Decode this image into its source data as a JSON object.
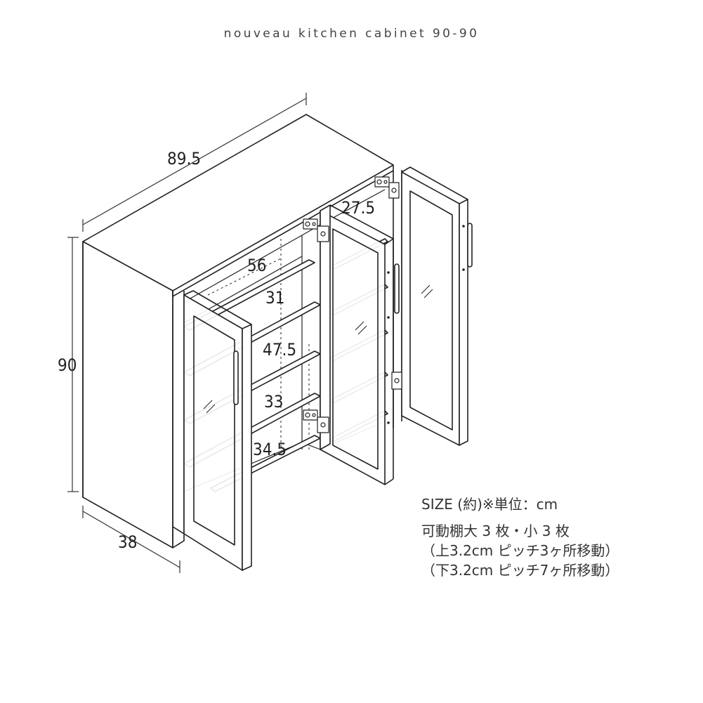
{
  "title": "nouveau kitchen cabinet 90-90",
  "dimensions": {
    "width": "89.5",
    "height": "90",
    "depth": "38",
    "door_inner": "27.5",
    "shelf_1": "56",
    "shelf_2": "31",
    "shelf_3": "47.5",
    "shelf_4": "33",
    "shelf_5": "34.5"
  },
  "spec": {
    "size_label": "SIZE (約)※単位：cm",
    "line1": "可動棚大 3 枚・小 3 枚",
    "line2": "（上3.2cm ピッチ3ヶ所移動）",
    "line3": "（下3.2cm ピッチ7ヶ所移動）"
  },
  "colors": {
    "line": "#222222",
    "fill": "#ffffff",
    "dim_line": "#333333"
  }
}
